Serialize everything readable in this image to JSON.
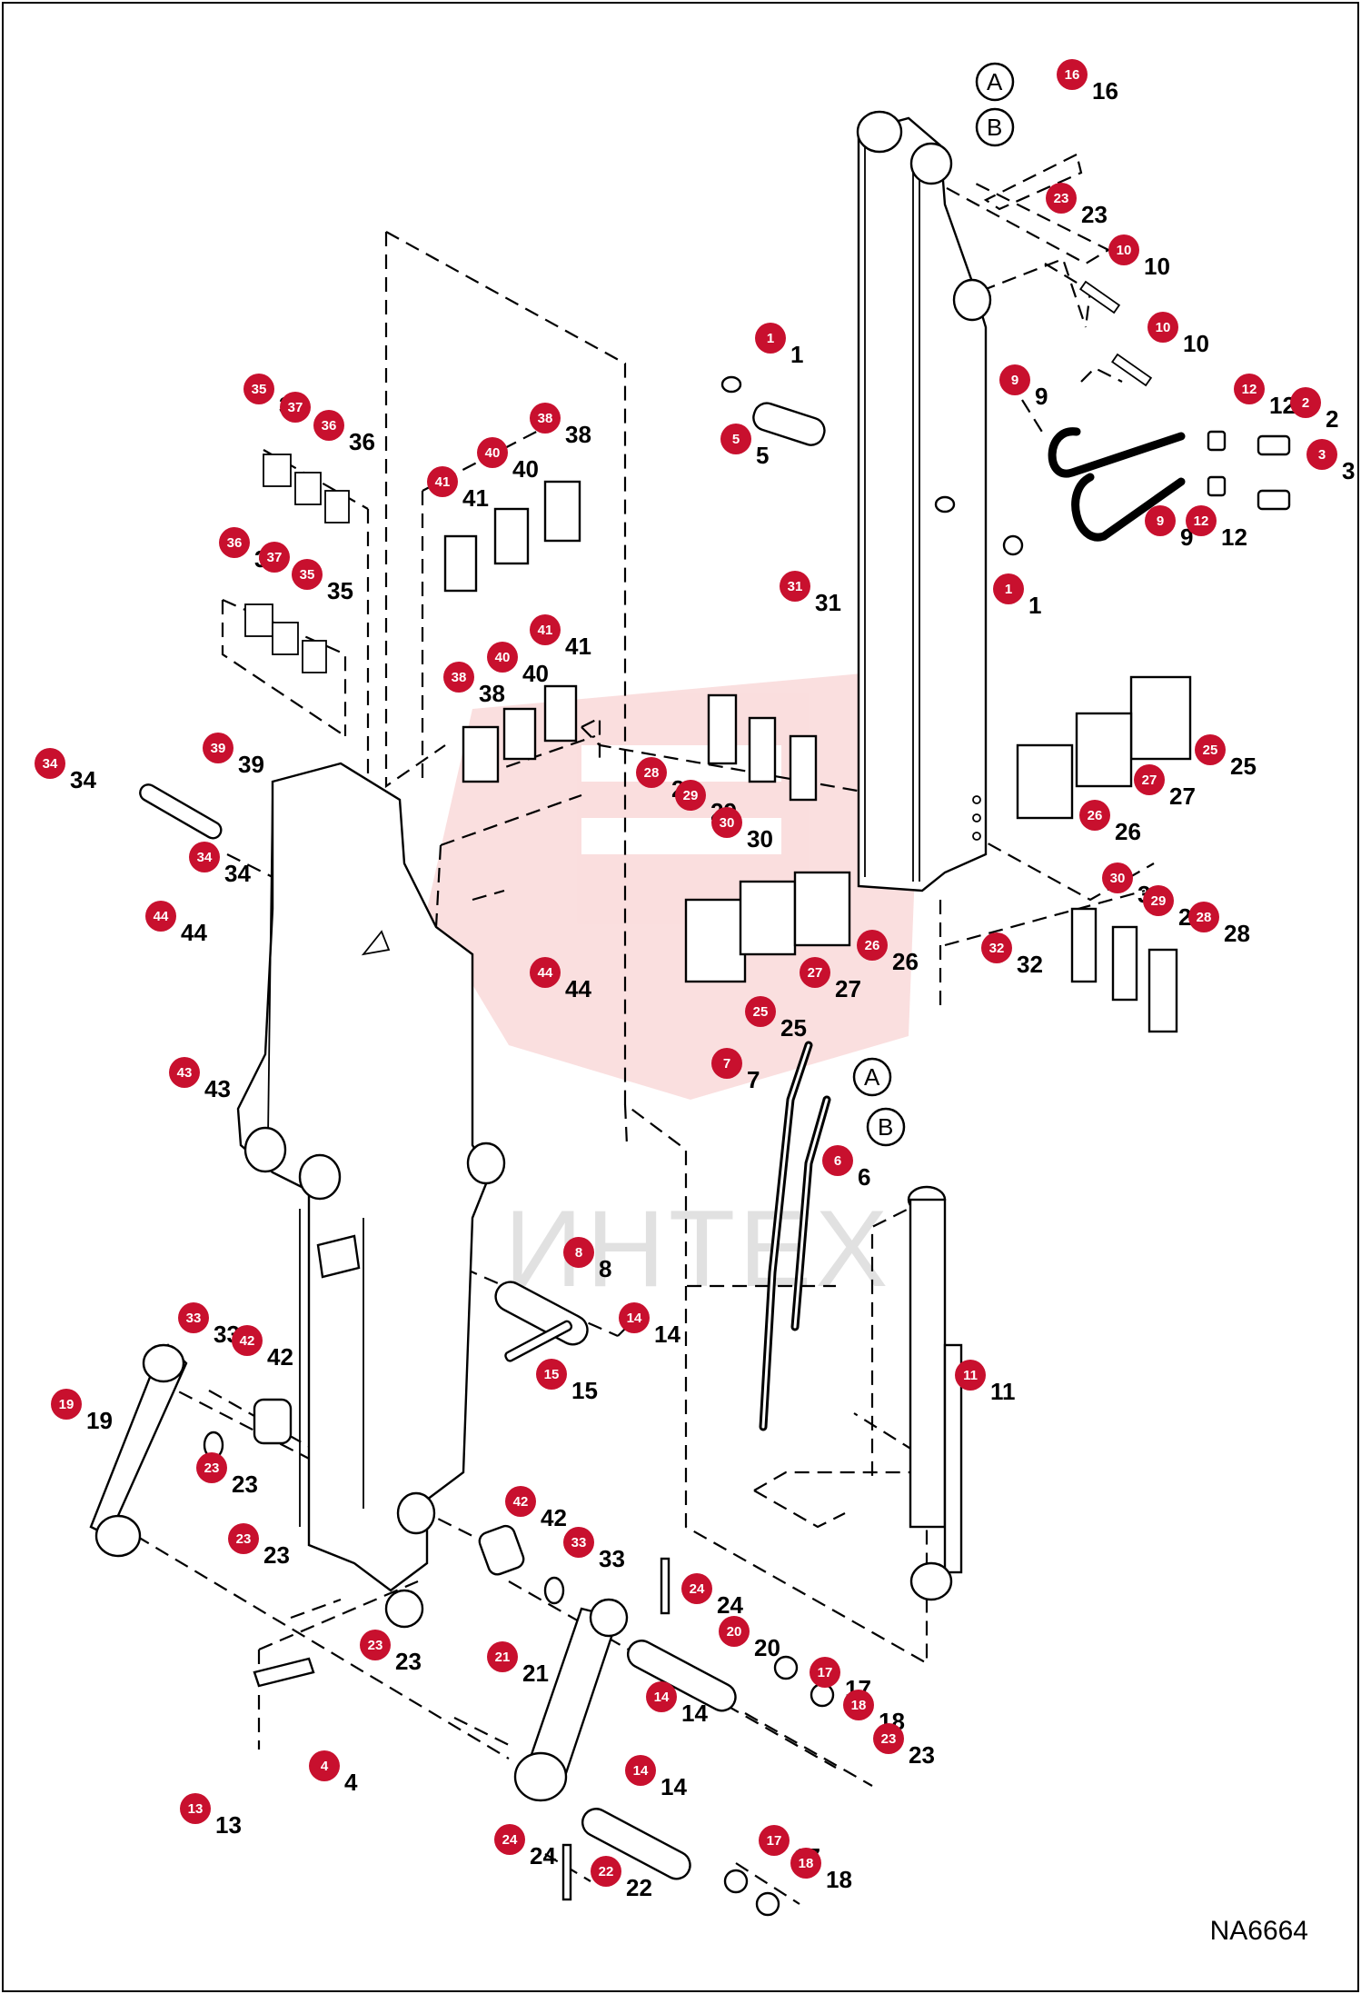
{
  "drawing_id": "NA6664",
  "watermark": "ИНТЕХ",
  "connection_labels": [
    "A",
    "B",
    "A",
    "B"
  ],
  "badge_color": "#c8102e",
  "callouts": [
    {
      "num": "16"
    },
    {
      "num": "23"
    },
    {
      "num": "10"
    },
    {
      "num": "10"
    },
    {
      "num": "1"
    },
    {
      "num": "9"
    },
    {
      "num": "12"
    },
    {
      "num": "2"
    },
    {
      "num": "5"
    },
    {
      "num": "3"
    },
    {
      "num": "9"
    },
    {
      "num": "12"
    },
    {
      "num": "1"
    },
    {
      "num": "31"
    },
    {
      "num": "35"
    },
    {
      "num": "37"
    },
    {
      "num": "36"
    },
    {
      "num": "38"
    },
    {
      "num": "40"
    },
    {
      "num": "41"
    },
    {
      "num": "36"
    },
    {
      "num": "37"
    },
    {
      "num": "35"
    },
    {
      "num": "41"
    },
    {
      "num": "40"
    },
    {
      "num": "38"
    },
    {
      "num": "34"
    },
    {
      "num": "39"
    },
    {
      "num": "34"
    },
    {
      "num": "44"
    },
    {
      "num": "28"
    },
    {
      "num": "29"
    },
    {
      "num": "30"
    },
    {
      "num": "25"
    },
    {
      "num": "27"
    },
    {
      "num": "26"
    },
    {
      "num": "44"
    },
    {
      "num": "26"
    },
    {
      "num": "27"
    },
    {
      "num": "25"
    },
    {
      "num": "30"
    },
    {
      "num": "29"
    },
    {
      "num": "28"
    },
    {
      "num": "32"
    },
    {
      "num": "43"
    },
    {
      "num": "7"
    },
    {
      "num": "6"
    },
    {
      "num": "8"
    },
    {
      "num": "14"
    },
    {
      "num": "15"
    },
    {
      "num": "33"
    },
    {
      "num": "42"
    },
    {
      "num": "19"
    },
    {
      "num": "11"
    },
    {
      "num": "23"
    },
    {
      "num": "23"
    },
    {
      "num": "42"
    },
    {
      "num": "33"
    },
    {
      "num": "23"
    },
    {
      "num": "24"
    },
    {
      "num": "20"
    },
    {
      "num": "21"
    },
    {
      "num": "14"
    },
    {
      "num": "17"
    },
    {
      "num": "18"
    },
    {
      "num": "23"
    },
    {
      "num": "4"
    },
    {
      "num": "13"
    },
    {
      "num": "14"
    },
    {
      "num": "24"
    },
    {
      "num": "22"
    },
    {
      "num": "17"
    },
    {
      "num": "18"
    }
  ]
}
